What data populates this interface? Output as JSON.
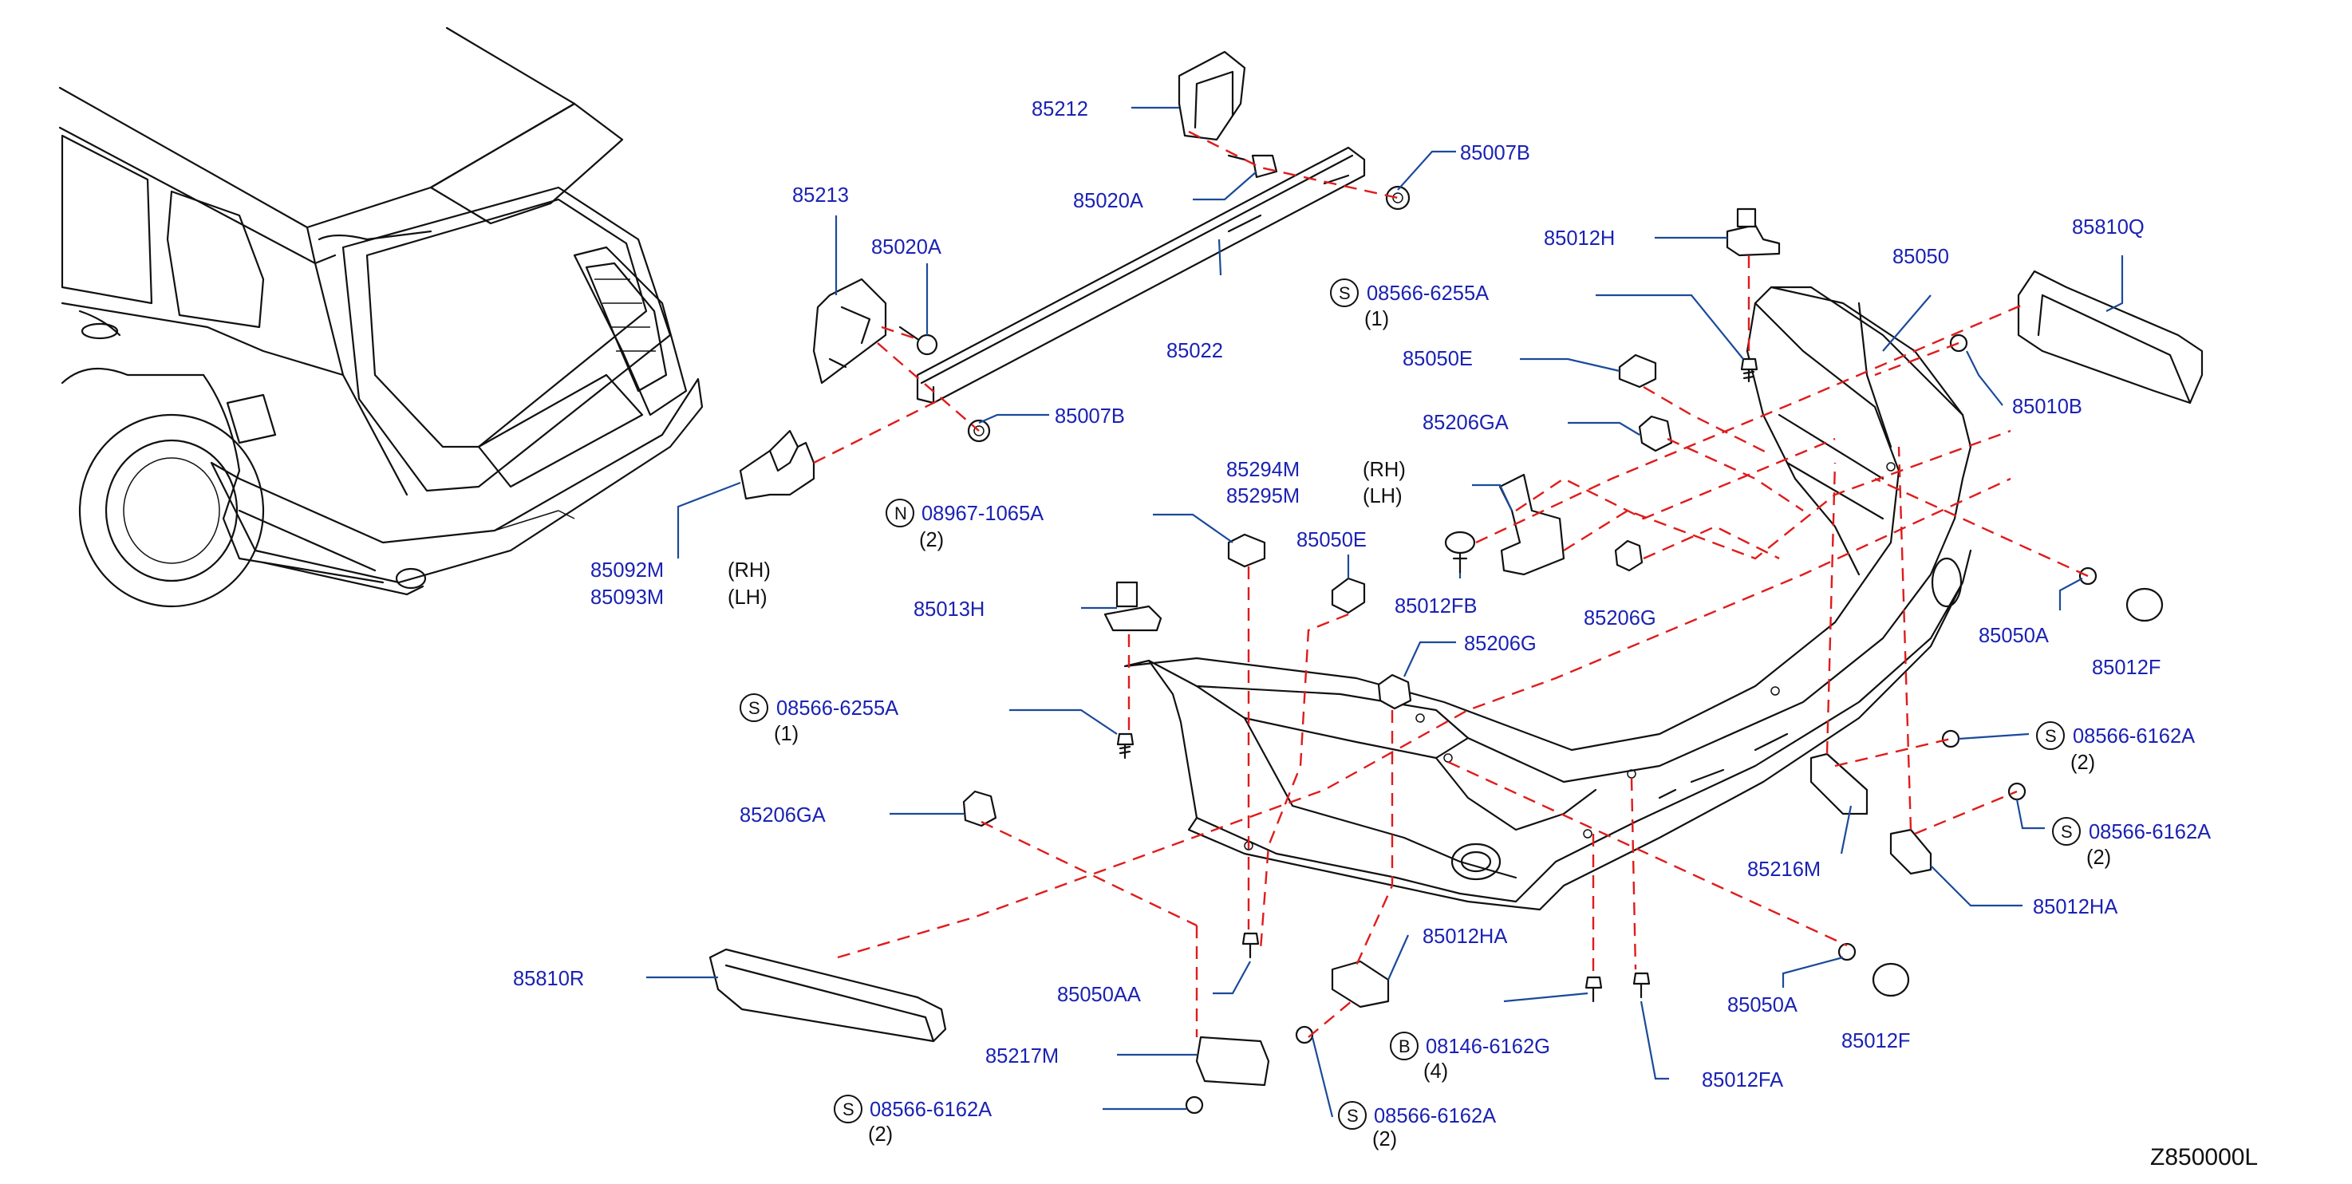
{
  "diagram": {
    "drawing_code": "Z850000L",
    "parts": [
      {
        "id": "p85212",
        "number": "85212"
      },
      {
        "id": "p85007B_top",
        "number": "85007B"
      },
      {
        "id": "p85020A_top",
        "number": "85020A"
      },
      {
        "id": "p85213",
        "number": "85213"
      },
      {
        "id": "p85020A_left",
        "number": "85020A"
      },
      {
        "id": "p85022",
        "number": "85022"
      },
      {
        "id": "p85007B_mid",
        "number": "85007B"
      },
      {
        "id": "p85092M",
        "number": "85092M",
        "side": "(RH)"
      },
      {
        "id": "p85093M",
        "number": "85093M",
        "side": "(LH)"
      },
      {
        "id": "pN08967",
        "number": "08967-1065A",
        "prefix": "N",
        "qty": "(2)"
      },
      {
        "id": "p85294M",
        "number": "85294M",
        "side": "(RH)"
      },
      {
        "id": "p85295M",
        "number": "85295M",
        "side": "(LH)"
      },
      {
        "id": "p85013H",
        "number": "85013H"
      },
      {
        "id": "p85050E_mid",
        "number": "85050E"
      },
      {
        "id": "p85012FB",
        "number": "85012FB"
      },
      {
        "id": "pS08566_6255_left",
        "number": "08566-6255A",
        "prefix": "S",
        "qty": "(1)"
      },
      {
        "id": "p85206G_mid",
        "number": "85206G"
      },
      {
        "id": "p85206GA_left",
        "number": "85206GA"
      },
      {
        "id": "p85810R",
        "number": "85810R"
      },
      {
        "id": "p85050AA",
        "number": "85050AA"
      },
      {
        "id": "p85012HA_mid",
        "number": "85012HA"
      },
      {
        "id": "p85217M",
        "number": "85217M"
      },
      {
        "id": "pS08566_6162_bl",
        "number": "08566-6162A",
        "prefix": "S",
        "qty": "(2)"
      },
      {
        "id": "pS08566_6162_bm",
        "number": "08566-6162A",
        "prefix": "S",
        "qty": "(2)"
      },
      {
        "id": "pB08146",
        "number": "08146-6162G",
        "prefix": "B",
        "qty": "(4)"
      },
      {
        "id": "p85012FA",
        "number": "85012FA"
      },
      {
        "id": "p85050A_low",
        "number": "85050A"
      },
      {
        "id": "p85012F_low",
        "number": "85012F"
      },
      {
        "id": "p85012H",
        "number": "85012H"
      },
      {
        "id": "pS08566_6255_top",
        "number": "08566-6255A",
        "prefix": "S",
        "qty": "(1)"
      },
      {
        "id": "p85050E_top",
        "number": "85050E"
      },
      {
        "id": "p85206GA_top",
        "number": "85206GA"
      },
      {
        "id": "p85206G_right",
        "number": "85206G"
      },
      {
        "id": "p85050",
        "number": "85050"
      },
      {
        "id": "p85810Q",
        "number": "85810Q"
      },
      {
        "id": "p85010B",
        "number": "85010B"
      },
      {
        "id": "p85050A_right",
        "number": "85050A"
      },
      {
        "id": "p85012F_right",
        "number": "85012F"
      },
      {
        "id": "pS08566_6162_r1",
        "number": "08566-6162A",
        "prefix": "S",
        "qty": "(2)"
      },
      {
        "id": "pS08566_6162_r2",
        "number": "08566-6162A",
        "prefix": "S",
        "qty": "(2)"
      },
      {
        "id": "p85216M",
        "number": "85216M"
      },
      {
        "id": "p85012HA_right",
        "number": "85012HA"
      }
    ]
  }
}
